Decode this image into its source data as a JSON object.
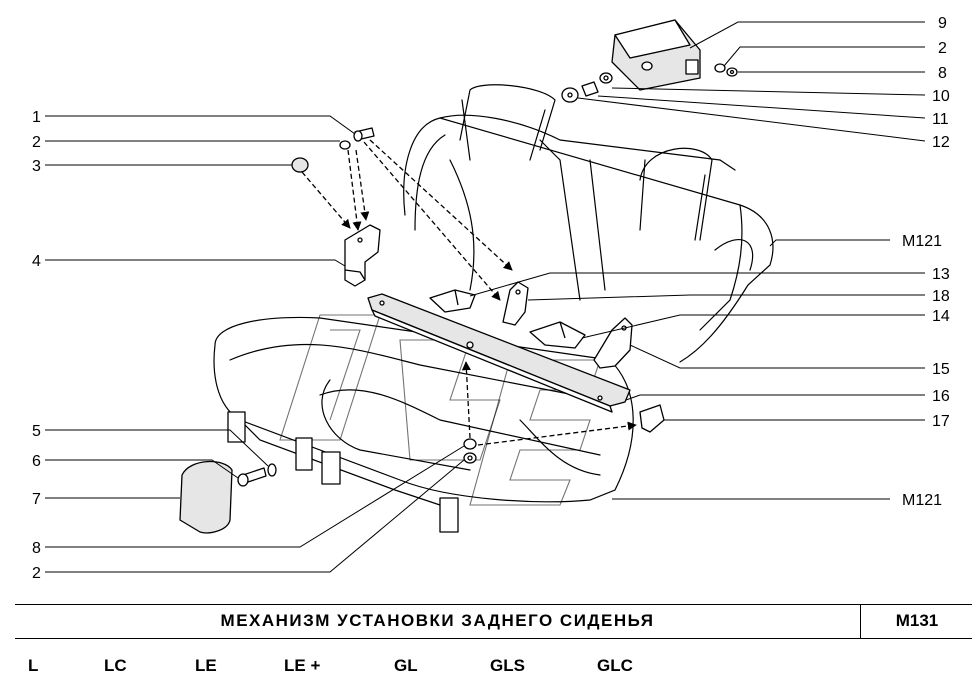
{
  "callouts_left": [
    "1",
    "2",
    "3",
    "4",
    "5",
    "6",
    "7",
    "8",
    "2"
  ],
  "callouts_right": [
    "9",
    "2",
    "8",
    "10",
    "11",
    "12",
    "M121",
    "13",
    "18",
    "14",
    "15",
    "16",
    "17",
    "M121"
  ],
  "footer": {
    "title": "МЕХАНИЗМ  УСТАНОВКИ  ЗАДНЕГО  СИДЕНЬЯ",
    "code": "M131"
  },
  "variants": [
    "L",
    "LC",
    "LE",
    "LE +",
    "GL",
    "GLS",
    "GLC"
  ]
}
